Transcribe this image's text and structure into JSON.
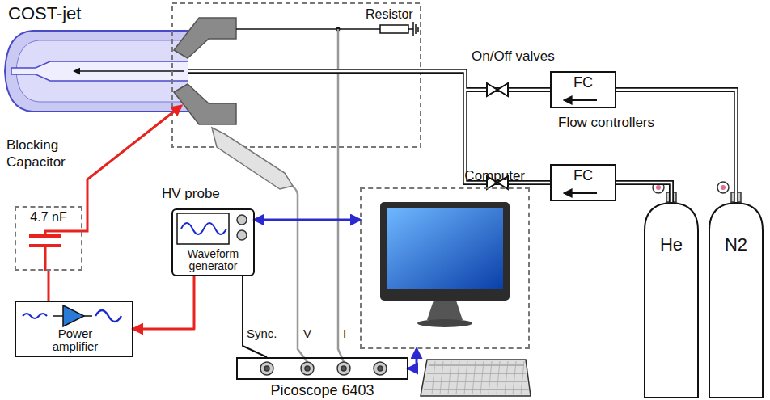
{
  "diagram": {
    "nodes": [
      {
        "text": [
          "FC"
        ]
      },
      {
        "text": [
          "FC"
        ]
      },
      {
        "text": [
          "Blocking Capacitor",
          "4.7 nF"
        ]
      },
      {
        "text": [
          "Computer"
        ]
      },
      {
        "text": [
          "Waveform generator"
        ]
      },
      {
        "text": [
          "He"
        ]
      },
      {
        "text": [
          "N2"
        ]
      },
      {
        "text": [
          "Power amplifier"
        ]
      },
      {
        "text": [
          "Picoscope 6403"
        ]
      }
    ],
    "edges": [
      {
        "from": 6,
        "to": 0,
        "arrow": "none"
      },
      {
        "from": 5,
        "to": 1,
        "arrow": "none"
      },
      {
        "from": 4,
        "to": 7,
        "arrow": "to"
      },
      {
        "from": 7,
        "to": 2,
        "arrow": "none"
      },
      {
        "from": 4,
        "to": 8,
        "arrow": "none"
      },
      {
        "from": 4,
        "to": 3,
        "arrow": "both"
      },
      {
        "from": 8,
        "to": 3,
        "arrow": "both"
      }
    ],
    "labels": [
      "COST-jet",
      "Resistor",
      "On/Off valves",
      "Flow controllers",
      "HV probe",
      "Sync.",
      "V",
      "I"
    ]
  }
}
